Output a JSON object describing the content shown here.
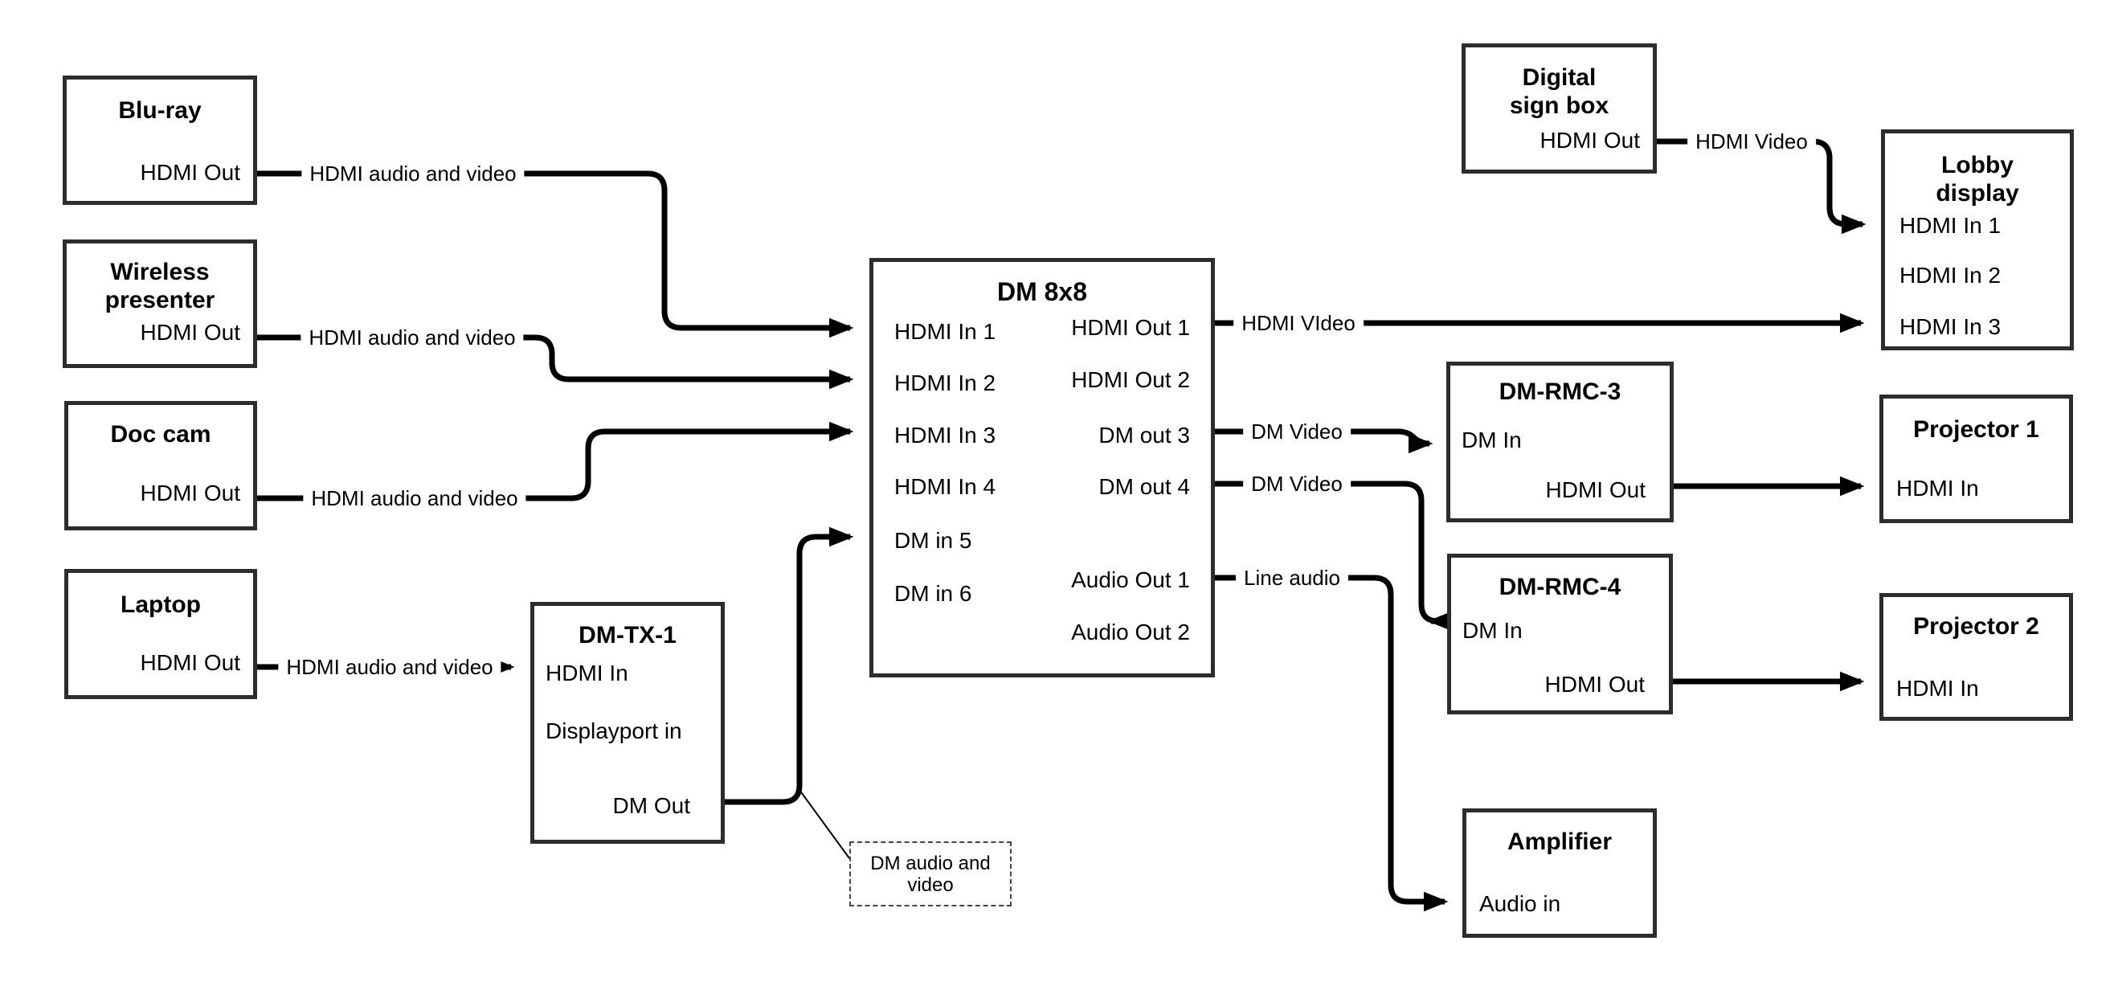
{
  "diagram": {
    "colors": {
      "line": "#000000",
      "box_border": "#2d2d2d",
      "background": "#ffffff",
      "text": "#000000"
    },
    "nodes": {
      "bluray": {
        "title": "Blu-ray",
        "ports": [
          "HDMI Out"
        ]
      },
      "wireless": {
        "title": "Wireless presenter",
        "ports": [
          "HDMI Out"
        ]
      },
      "doccam": {
        "title": "Doc cam",
        "ports": [
          "HDMI Out"
        ]
      },
      "laptop": {
        "title": "Laptop",
        "ports": [
          "HDMI Out"
        ]
      },
      "dmtx1": {
        "title": "DM-TX-1",
        "ports": [
          "HDMI In",
          "Displayport in",
          "DM Out"
        ]
      },
      "dm8x8": {
        "title": "DM 8x8",
        "ports_left": [
          "HDMI In 1",
          "HDMI In 2",
          "HDMI In 3",
          "HDMI In 4",
          "DM in 5",
          "DM in 6"
        ],
        "ports_right": [
          "HDMI Out 1",
          "HDMI Out 2",
          "DM out 3",
          "DM out 4",
          "Audio Out 1",
          "Audio Out 2"
        ]
      },
      "digitalsign": {
        "title": "Digital sign box",
        "ports": [
          "HDMI Out"
        ]
      },
      "lobby": {
        "title": "Lobby display",
        "ports": [
          "HDMI In 1",
          "HDMI In 2",
          "HDMI In 3"
        ]
      },
      "dmrmc3": {
        "title": "DM-RMC-3",
        "ports": [
          "DM In",
          "HDMI Out"
        ]
      },
      "proj1": {
        "title": "Projector 1",
        "ports": [
          "HDMI In"
        ]
      },
      "dmrmc4": {
        "title": "DM-RMC-4",
        "ports": [
          "DM In",
          "HDMI Out"
        ]
      },
      "proj2": {
        "title": "Projector 2",
        "ports": [
          "HDMI In"
        ]
      },
      "amp": {
        "title": "Amplifier",
        "ports": [
          "Audio in"
        ]
      }
    },
    "edge_labels": {
      "bluray_dm": "HDMI audio and video",
      "wireless_dm": "HDMI audio and video",
      "doccam_dm": "HDMI audio and video",
      "laptop_tx": "HDMI audio and video",
      "out1_lobby": "HDMI VIdeo",
      "sign_lobby": "HDMI Video",
      "out3_rmc3": "DM Video",
      "out4_rmc4": "DM Video",
      "audio1_amp": "Line audio"
    },
    "note": "DM audio and video"
  }
}
